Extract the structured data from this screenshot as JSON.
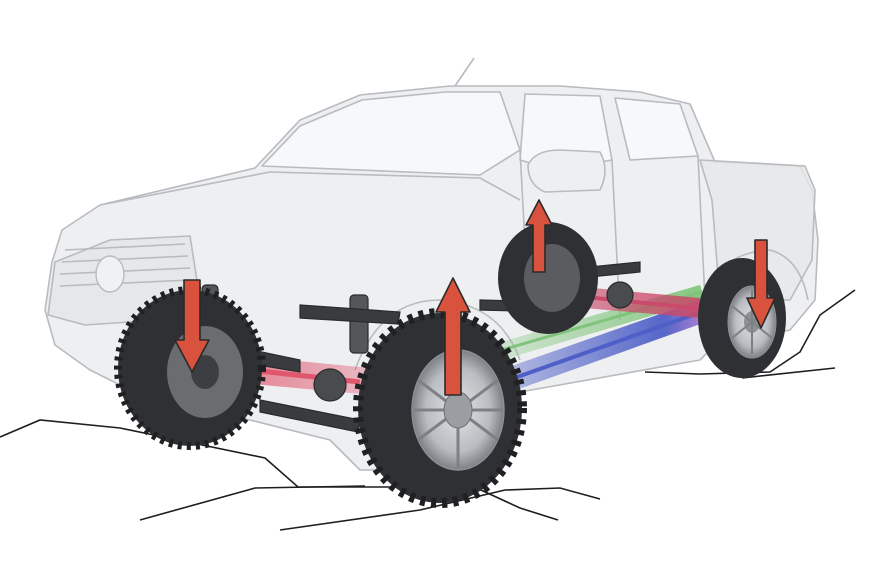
{
  "colors": {
    "background": "#ffffff",
    "body_outline": "#b8bbbf",
    "body_fill": "#e9eaec",
    "glass_fill": "#f6f7f8",
    "tire": "#2f3033",
    "tire_tread": "#1f2022",
    "rim": "#c9cccf",
    "rim_dark": "#8d9196",
    "suspension_dark": "#3a3b3e",
    "axle_front": "#e0566d",
    "axle_rear": "#c94a6a",
    "drive_green": "#7fc47a",
    "drive_blue": "#4e5fc7",
    "drive_purple": "#b07ad0",
    "arrow_fill": "#d8523d",
    "arrow_outline": "#2a2a2a",
    "terrain": "#1e1e1e"
  },
  "icons": {
    "arrow_up": "arrow-up-icon",
    "arrow_down": "arrow-down-icon"
  },
  "arrows": [
    {
      "id": "front-left-wheel",
      "direction": "down"
    },
    {
      "id": "front-right-wheel",
      "direction": "up"
    },
    {
      "id": "rear-left-wheel",
      "direction": "up"
    },
    {
      "id": "rear-right-wheel",
      "direction": "down"
    }
  ]
}
